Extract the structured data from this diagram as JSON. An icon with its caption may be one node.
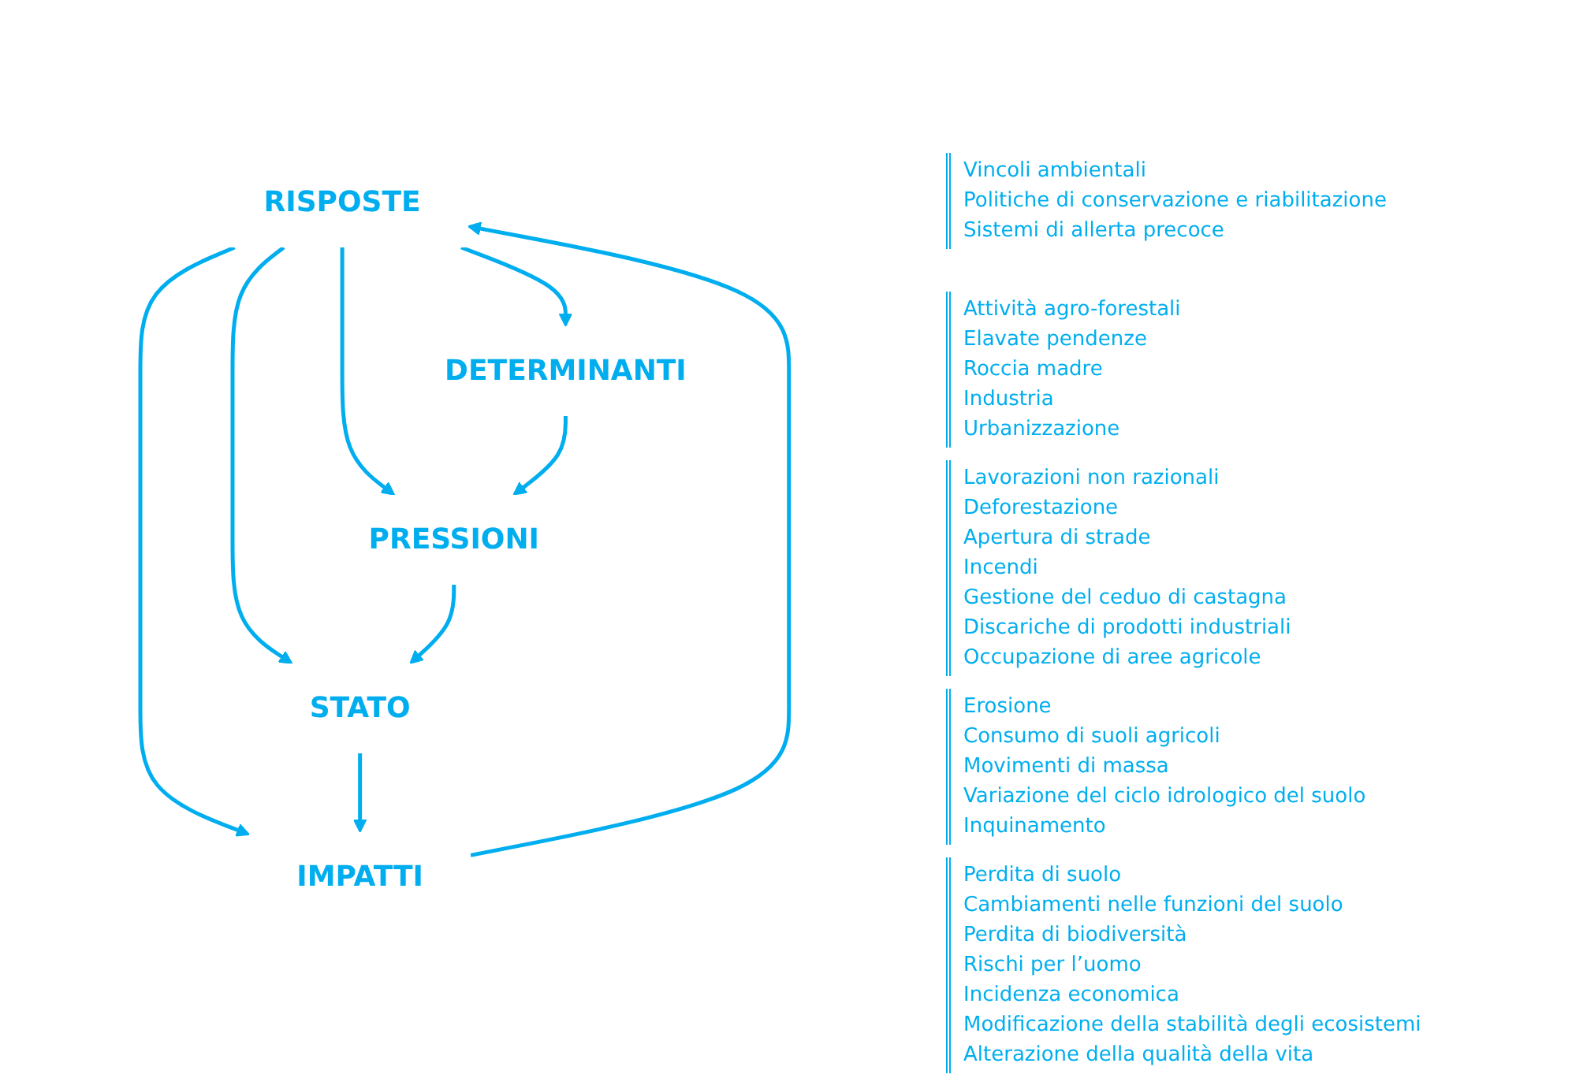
{
  "diagram": {
    "nodes": [
      {
        "text": [
          "RISPOSTE"
        ],
        "beside": [
          "Vincoli ambientali",
          "Politiche di conservazione e riabilitazione",
          "Sistemi di allerta precoce"
        ]
      },
      {
        "text": [
          "DETERMINANTI"
        ],
        "beside": [
          "Attività agro-forestali",
          "Elavate pendenze",
          "Roccia madre",
          "Industria",
          "Urbanizzazione"
        ]
      },
      {
        "text": [
          "IMPATTI"
        ],
        "beside": [
          "Perdita di suolo",
          "Cambiamenti nelle funzioni del suolo",
          "Perdita di biodiversità",
          "Rischi per l’uomo",
          "Incidenza economica",
          "Modificazione della stabilità degli ecosistemi",
          "Alterazione della qualità della vita"
        ]
      },
      {
        "text": [
          "PRESSIONI"
        ],
        "beside": [
          "Lavorazioni non razionali",
          "Deforestazione",
          "Apertura di strade",
          "Incendi",
          "Gestione del ceduo di castagna",
          "Discariche di prodotti industriali",
          "Occupazione di aree agricole"
        ]
      },
      {
        "text": [
          "STATO"
        ],
        "beside": [
          "Erosione",
          "Consumo di suoli agricoli",
          "Movimenti di massa",
          "Variazione del ciclo idrologico del suolo",
          "Inquinamento"
        ]
      }
    ],
    "edges": [
      {
        "from": 0,
        "to": 1,
        "arrow": "to"
      },
      {
        "from": 0,
        "to": 3,
        "arrow": "to"
      },
      {
        "from": 0,
        "to": 4,
        "arrow": "to"
      },
      {
        "from": 0,
        "to": 2,
        "arrow": "to"
      },
      {
        "from": 2,
        "to": 0,
        "arrow": "to"
      },
      {
        "from": 1,
        "to": 3,
        "arrow": "to"
      },
      {
        "from": 3,
        "to": 4,
        "arrow": "to"
      },
      {
        "from": 4,
        "to": 2,
        "arrow": "to"
      }
    ]
  }
}
